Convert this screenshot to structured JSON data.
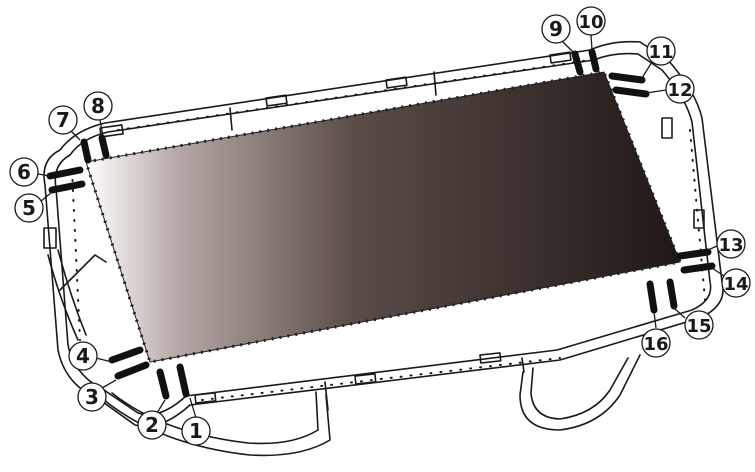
{
  "diagram": {
    "type": "trampoline-assembly",
    "callouts": [
      {
        "id": "1",
        "label": "1"
      },
      {
        "id": "2",
        "label": "2"
      },
      {
        "id": "3",
        "label": "3"
      },
      {
        "id": "4",
        "label": "4"
      },
      {
        "id": "5",
        "label": "5"
      },
      {
        "id": "6",
        "label": "6"
      },
      {
        "id": "7",
        "label": "7"
      },
      {
        "id": "8",
        "label": "8"
      },
      {
        "id": "9",
        "label": "9"
      },
      {
        "id": "10",
        "label": "10"
      },
      {
        "id": "11",
        "label": "11"
      },
      {
        "id": "12",
        "label": "12"
      },
      {
        "id": "13",
        "label": "13"
      },
      {
        "id": "14",
        "label": "14"
      },
      {
        "id": "15",
        "label": "15"
      },
      {
        "id": "16",
        "label": "16"
      }
    ],
    "colors": {
      "line": "#1a1a1a",
      "mat_dark": "#1f1816",
      "mat_light": "#ffffff",
      "strap": "#111111"
    }
  }
}
